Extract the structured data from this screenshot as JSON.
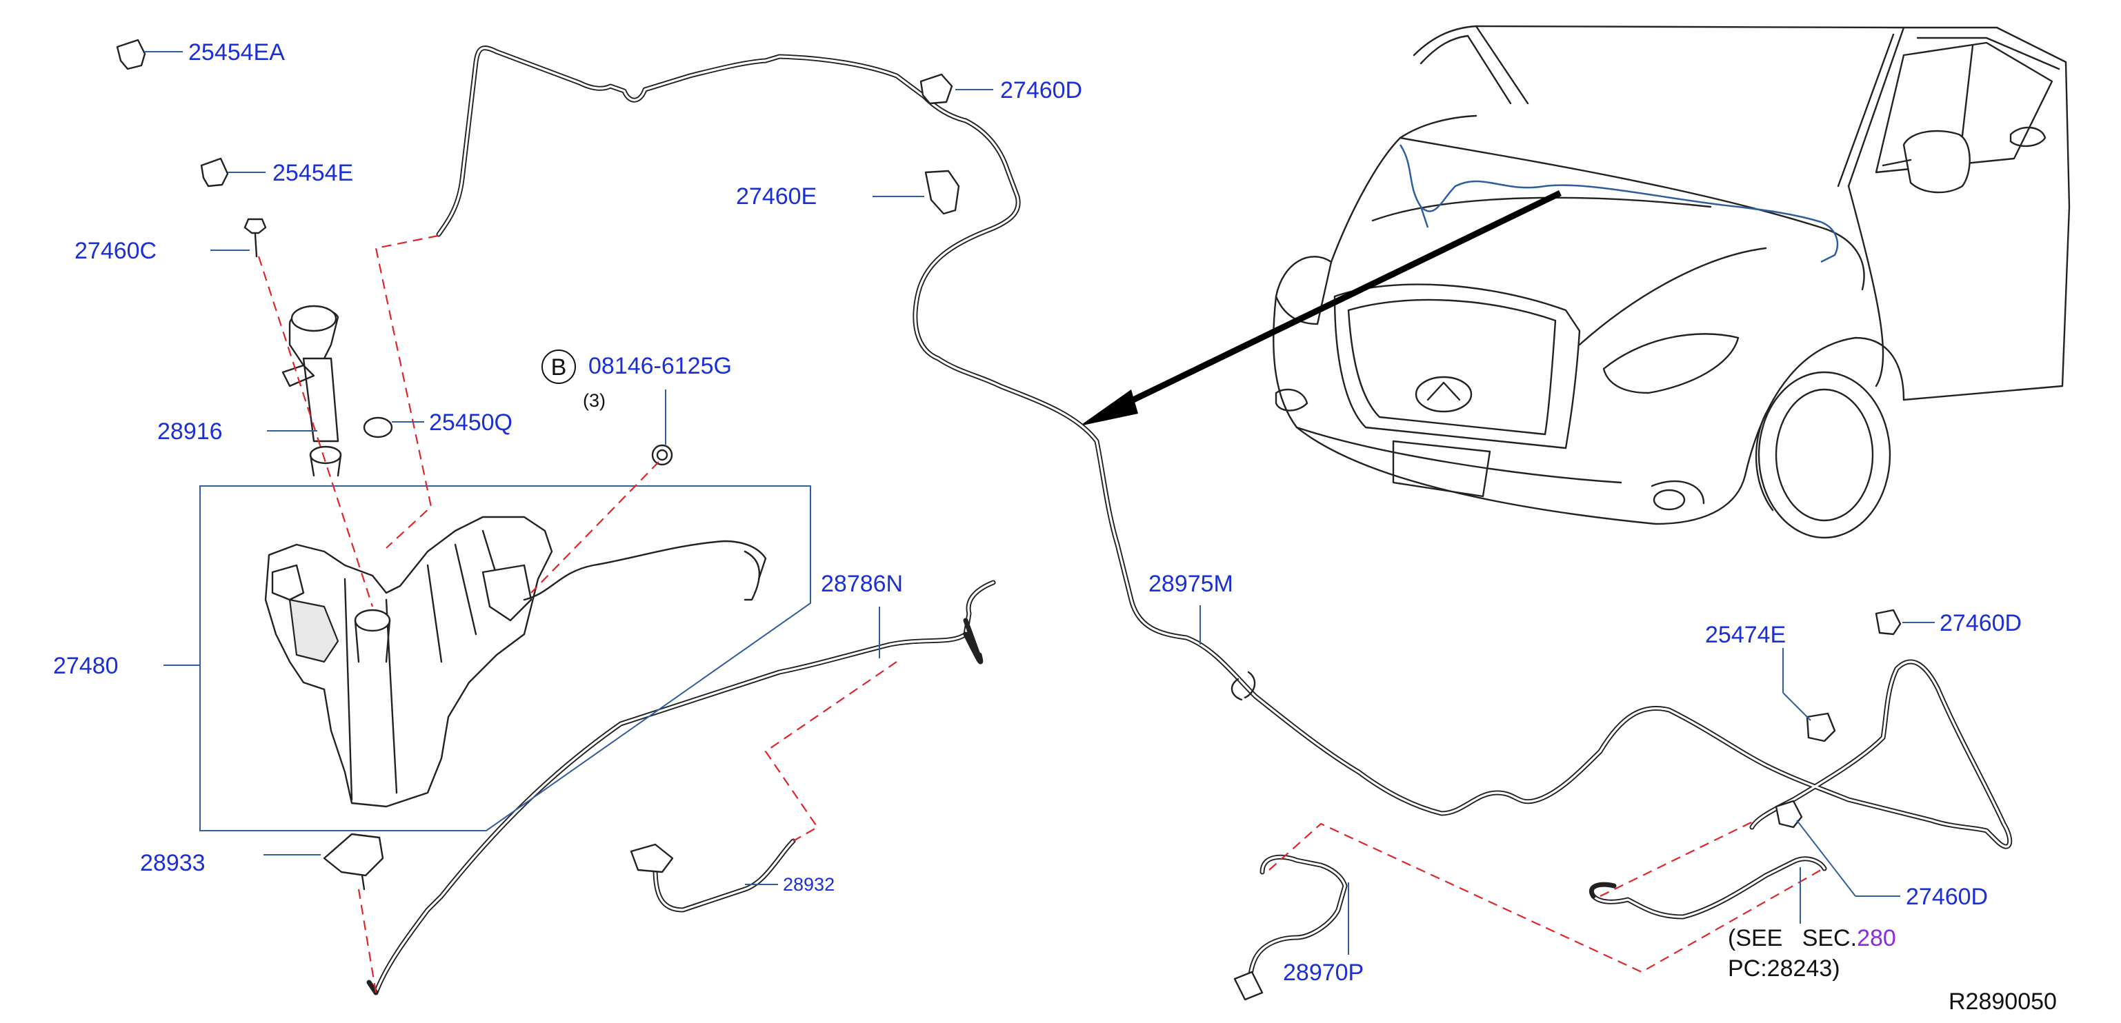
{
  "colors": {
    "label_blue": "#1b2fd8",
    "leader_blue": "#2f5e9e",
    "dashed_red": "#e0242a",
    "link_purple": "#8a2be2",
    "line_black": "#222222",
    "background": "#ffffff"
  },
  "labels": {
    "p25454EA": "25454EA",
    "p25454E": "25454E",
    "p27460C": "27460C",
    "p28916": "28916",
    "p25450Q": "25450Q",
    "p27480": "27480",
    "p28933": "28933",
    "p27460D_top": "27460D",
    "p27460E": "27460E",
    "p08146": "08146-6125G",
    "p28786N": "28786N",
    "p28932": "28932",
    "p28975M": "28975M",
    "p25474E": "25474E",
    "p27460D_right": "27460D",
    "p27460D_bottom": "27460D",
    "p28970P": "28970P"
  },
  "callout_b": {
    "letter": "B",
    "qty": "(3)"
  },
  "see_note": {
    "prefix": "(SEE   SEC.",
    "section_link": "280",
    "line2": "PC:28243)"
  },
  "drawing_id": "R2890050"
}
